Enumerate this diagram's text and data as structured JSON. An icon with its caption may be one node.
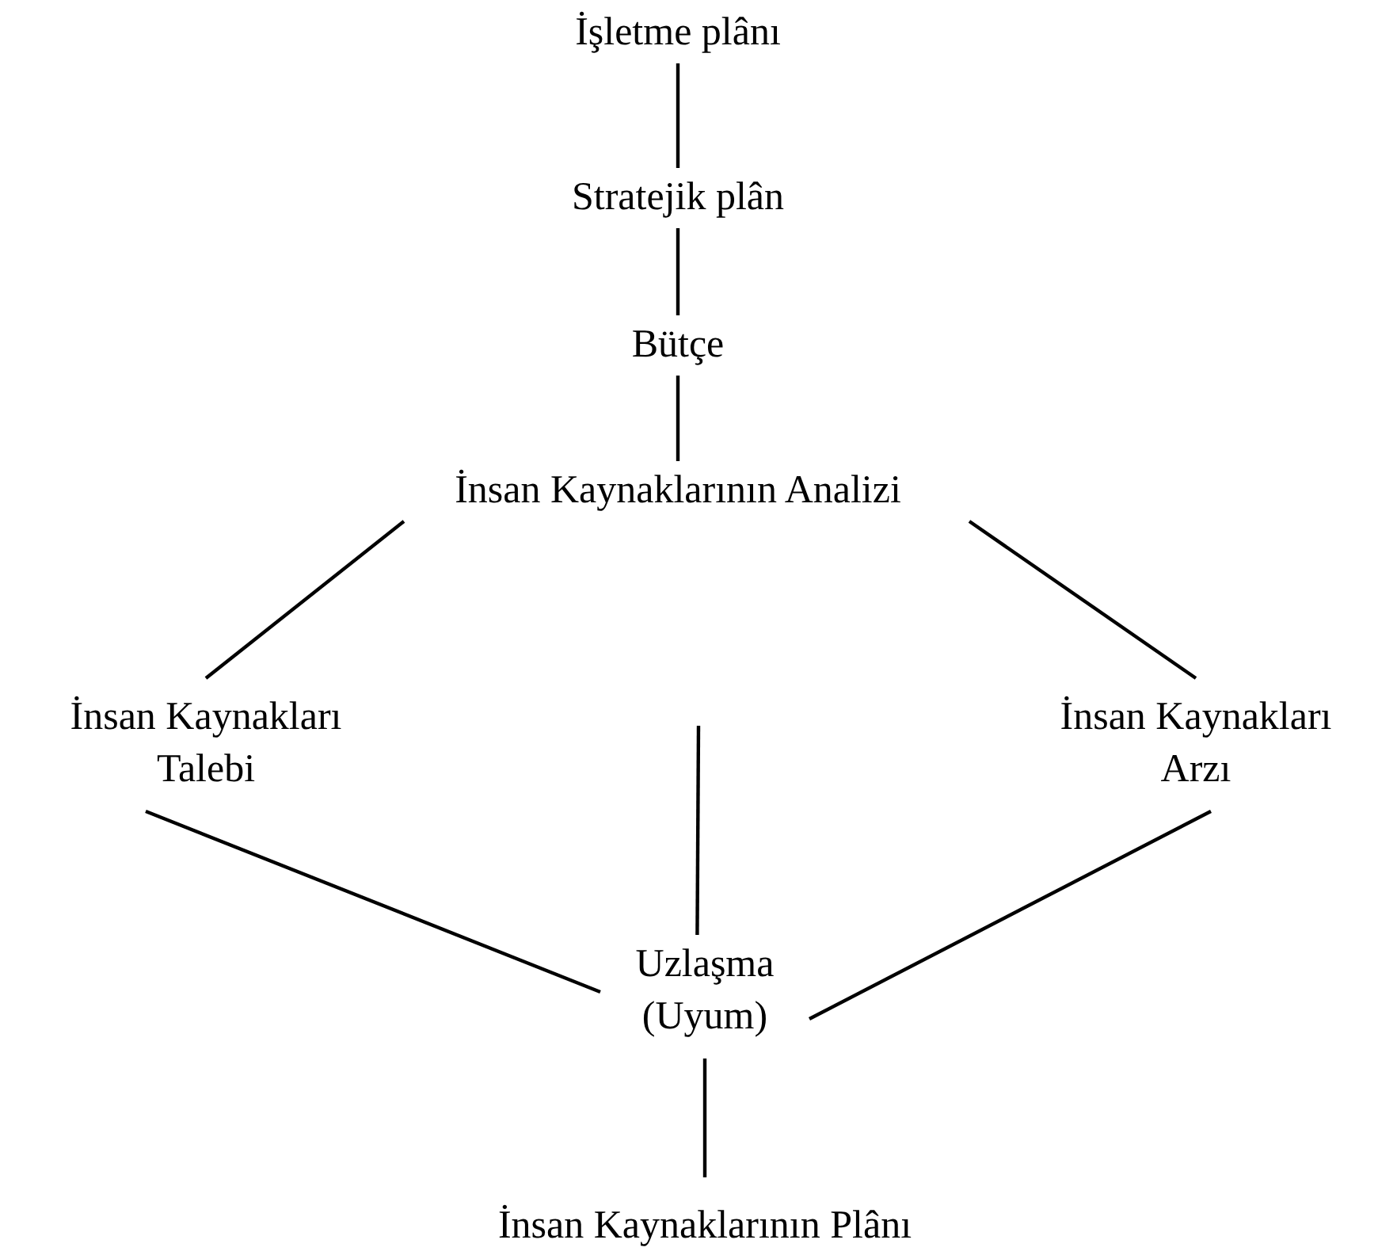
{
  "diagram": {
    "nodes": [
      {
        "text": [
          "İşletme plânı"
        ]
      },
      {
        "text": [
          "Stratejik plân"
        ]
      },
      {
        "text": [
          "Bütçe"
        ]
      },
      {
        "text": [
          "İnsan Kaynaklarının Analizi"
        ]
      },
      {
        "text": [
          "İnsan Kaynakları Talebi"
        ]
      },
      {
        "text": [
          "İnsan Kaynakları Arzı"
        ]
      },
      {
        "text": [
          "Uzlaşma (Uyum)"
        ]
      },
      {
        "text": [
          "İnsan Kaynaklarının Plânı"
        ]
      }
    ],
    "edges": [
      {
        "from": 0,
        "to": 1,
        "arrow": "none"
      },
      {
        "from": 1,
        "to": 2,
        "arrow": "none"
      },
      {
        "from": 2,
        "to": 3,
        "arrow": "none"
      },
      {
        "from": 3,
        "to": 4,
        "arrow": "none"
      },
      {
        "from": 3,
        "to": 5,
        "arrow": "none"
      },
      {
        "from": 4,
        "to": 6,
        "arrow": "none"
      },
      {
        "from": 5,
        "to": 6,
        "arrow": "none"
      },
      {
        "from": null,
        "to": 6,
        "arrow": "none"
      },
      {
        "from": 6,
        "to": 7,
        "arrow": "none"
      }
    ]
  }
}
